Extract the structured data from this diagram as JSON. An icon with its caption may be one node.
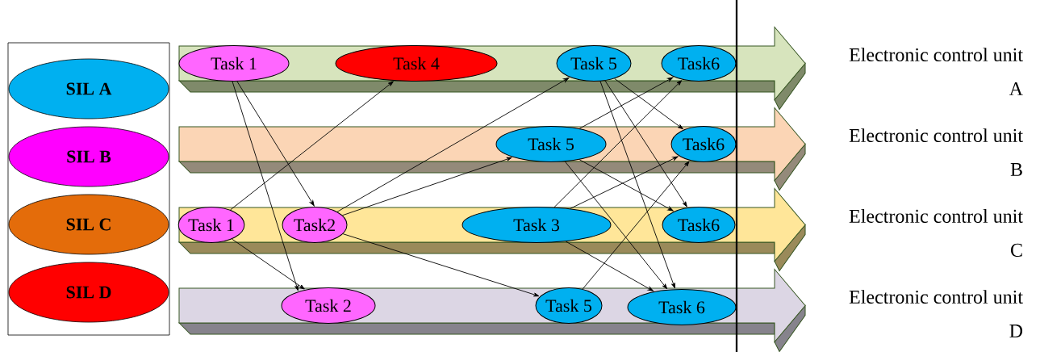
{
  "diagram": {
    "nodes": [
      {
        "text": [
          "Electronic control unit A"
        ]
      },
      {
        "text": [
          "Task 1"
        ],
        "in": 0
      },
      {
        "text": [
          "Task 4"
        ],
        "in": 0
      },
      {
        "text": [
          "Task 5"
        ],
        "in": 0
      },
      {
        "text": [
          "Task6"
        ],
        "in": 0
      },
      {
        "text": [
          "Electronic control unit B"
        ]
      },
      {
        "text": [
          "Task 5"
        ],
        "in": 5
      },
      {
        "text": [
          "Task6"
        ],
        "in": 5
      },
      {
        "text": [
          "Electronic control unit C"
        ]
      },
      {
        "text": [
          "Task 1"
        ],
        "in": 8
      },
      {
        "text": [
          "Task2"
        ],
        "in": 8
      },
      {
        "text": [
          "Task 3"
        ],
        "in": 8
      },
      {
        "text": [
          "Task6"
        ],
        "in": 8
      },
      {
        "text": [
          "Electronic control unit D"
        ]
      },
      {
        "text": [
          "Task 2"
        ],
        "in": 13
      },
      {
        "text": [
          "Task 5"
        ],
        "in": 13
      },
      {
        "text": [
          "Task 6"
        ],
        "in": 13
      }
    ],
    "edges": [
      {
        "from": 1,
        "to": 10,
        "arrow": "to"
      },
      {
        "from": 1,
        "to": 14,
        "arrow": "to"
      },
      {
        "from": 9,
        "to": 2,
        "arrow": "to"
      },
      {
        "from": 9,
        "to": 14,
        "arrow": "to"
      },
      {
        "from": 10,
        "to": 3,
        "arrow": "to"
      },
      {
        "from": 10,
        "to": 6,
        "arrow": "to"
      },
      {
        "from": 10,
        "to": 15,
        "arrow": "to"
      },
      {
        "from": 3,
        "to": 7,
        "arrow": "to"
      },
      {
        "from": 3,
        "to": 12,
        "arrow": "to"
      },
      {
        "from": 3,
        "to": 16,
        "arrow": "to"
      },
      {
        "from": 6,
        "to": 4,
        "arrow": "to"
      },
      {
        "from": 6,
        "to": 12,
        "arrow": "to"
      },
      {
        "from": 6,
        "to": 16,
        "arrow": "to"
      },
      {
        "from": 11,
        "to": 4,
        "arrow": "to"
      },
      {
        "from": 11,
        "to": 7,
        "arrow": "to"
      },
      {
        "from": 11,
        "to": 16,
        "arrow": "to"
      },
      {
        "from": 15,
        "to": 7,
        "arrow": "to"
      }
    ],
    "legend": [
      {
        "text": "SIL A",
        "color": "#00b0f0"
      },
      {
        "text": "SIL B",
        "color": "#ff00ff"
      },
      {
        "text": "SIL C",
        "color": "#e46c0a"
      },
      {
        "text": "SIL D",
        "color": "#ff0000"
      }
    ]
  }
}
